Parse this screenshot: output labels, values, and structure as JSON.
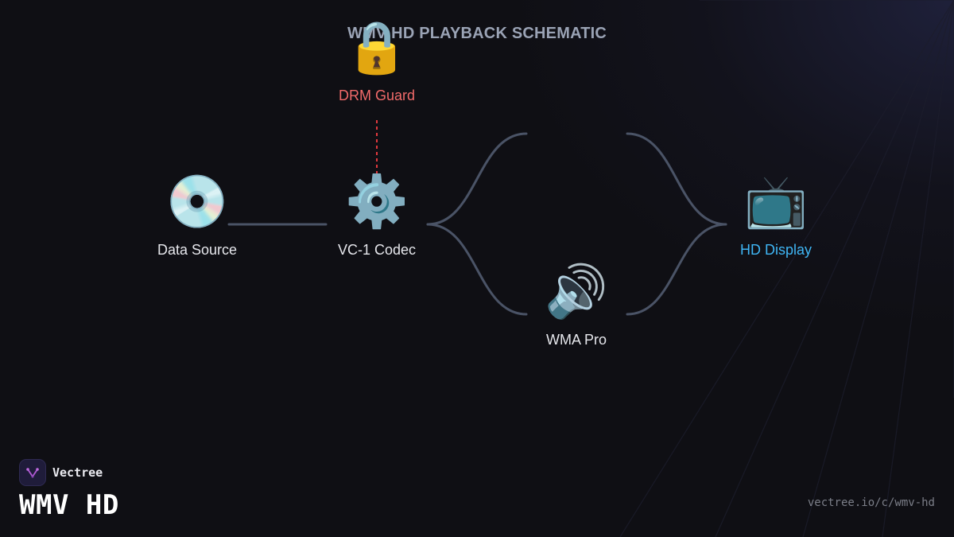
{
  "diagram": {
    "title": "WMV HD PLAYBACK SCHEMATIC",
    "nodes": {
      "drm": {
        "label": "DRM Guard",
        "icon": "🔒",
        "icon_name": "lock-icon",
        "color": "#f16a6a"
      },
      "source": {
        "label": "Data Source",
        "icon": "💿",
        "icon_name": "disc-icon"
      },
      "codec": {
        "label": "VC-1 Codec",
        "icon": "⚙️",
        "icon_name": "gear-icon"
      },
      "wma": {
        "label": "WMA Pro",
        "icon": "🔊",
        "icon_name": "speaker-icon"
      },
      "hd": {
        "label": "HD Display",
        "icon": "📺",
        "icon_name": "television-icon",
        "color": "#3fb6f5"
      }
    },
    "edges": [
      {
        "from": "source",
        "to": "codec",
        "style": "solid"
      },
      {
        "from": "drm",
        "to": "codec",
        "style": "dashed",
        "color": "#e0393e"
      },
      {
        "from": "codec",
        "to": "wma",
        "style": "curve"
      },
      {
        "from": "codec",
        "to": "hd",
        "style": "curve"
      },
      {
        "from": "wma",
        "to": "hd",
        "style": "curve"
      }
    ],
    "line_color": "#4a5366"
  },
  "brand": {
    "name": "Vectree",
    "title": "WMV HD",
    "logo_icon": "vectree-logo-icon",
    "url": "vectree.io/c/wmv-hd"
  }
}
